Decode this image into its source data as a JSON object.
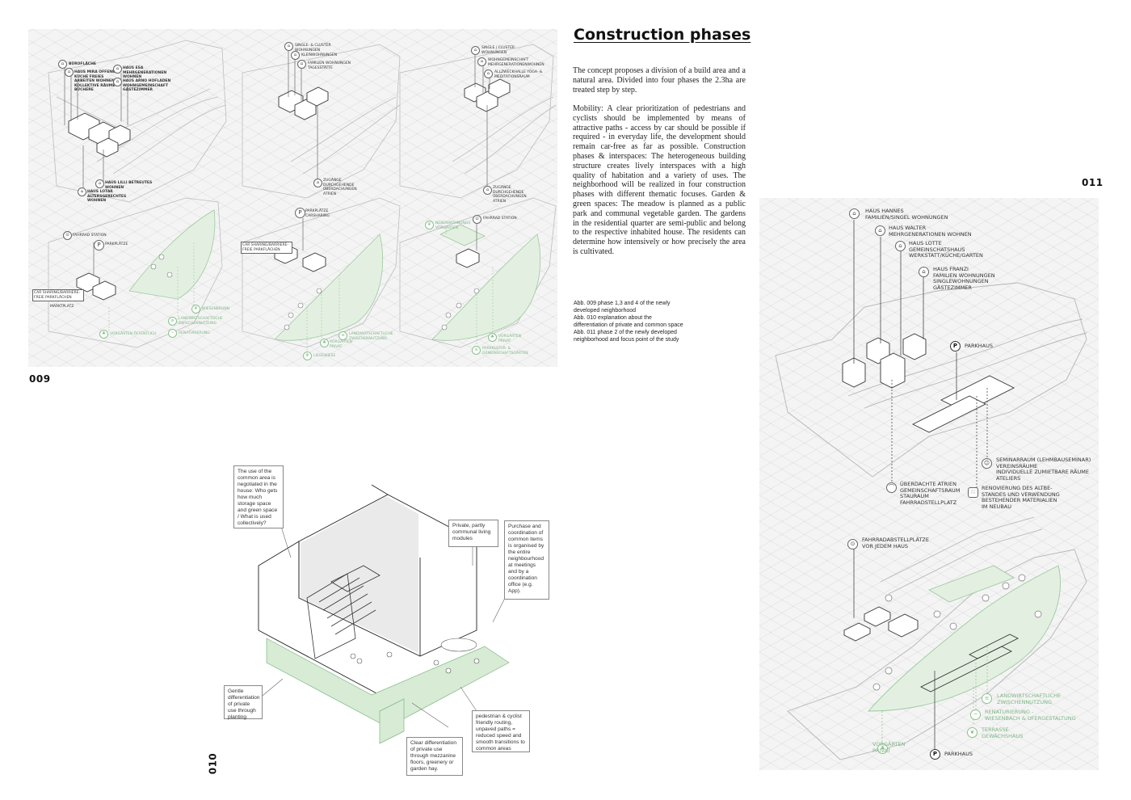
{
  "page": {
    "title": "Construction phases",
    "paragraphs": [
      "The concept proposes a division of a build area and a natural area. Divided into four phases the 2.3ha are treated step by step.",
      "Mobility: A clear prioritization of pedestrians and cyclists should be implemented by means of attractive paths - access by car should be possible if required - in everyday life, the development should remain car-free as far as possible. Construction phases & interspaces: The heterogeneous building structure creates lively interspaces with a high quality of habitation and a variety of uses. The neighborhood will be realized in four construction phases with different thematic focuses. Garden & green spaces: The meadow is planned as a public park and communal vegetable garden. The gardens in the residential quarter are semi-public and belong to the respective inhabited house. The residents can determine how intensively or how precisely the area is cultivated."
    ],
    "caption": [
      "Abb. 009 phase 1,3 and 4 of the newly developed neighborhood",
      "Abb. 010 explanation about the differentiation of private and common space",
      "Abb. 011 phase 2 of the newly developed neighborhood and focus point of the study"
    ],
    "page_numbers": {
      "fig009": "009",
      "fig010": "010",
      "fig011": "011"
    }
  },
  "fig009": {
    "phase1_top": [
      "Bürofläche",
      "Haus Mira offene Küche freies Arbeiten Wohnen kollektive Räume Büchere",
      "Haus Esa Mehrgenerationen Wohnen",
      "Haus Arno Hofladen Wohngemeinschaft Gästezimmer",
      "Haus Lilli betreutes Wohnen",
      "Haus Lotar altersgerechtes Wohnen"
    ],
    "phase3_top": [
      "Single- & Cluster Wohnungen",
      "Kleinwohnungen",
      "Familien Wohnungen Tagesstätte",
      "Zugänge durchgehende überdachungen Atrien"
    ],
    "phase4_top": [
      "Single / Cluster Wohnungen",
      "Wohngemeinschaft Mehrgenerationenwohnen",
      "Allzweckhalle Yoga- & Meditationsraum",
      "Zugänge durchgehende überdachungen Atrien"
    ],
    "phase1_bottom": [
      "Fahrrad Station",
      "Parkplätze",
      "Car Sharing/Barriere-freie Parkflächen",
      "Marktplatz",
      "Wiesenbrunn",
      "Landwirtschaftliche Zwischennutzung",
      "Renaturierung",
      "Vorgärten öffentlich"
    ],
    "phase3_bottom": [
      "Parkplätze Carsharing",
      "Car Sharing/Barriere-freie Parkflächen",
      "Landwirtschaftliche Zwischennutzung",
      "Vorgärten privat",
      "Liegewiese"
    ],
    "phase4_bottom": [
      "Fahrrad Station",
      "Nebenwohnungs Vorgärten",
      "Vorgärten privat",
      "Parkkultur- & Gemeinschaftsgärten"
    ]
  },
  "fig010": {
    "notes": [
      "The use of the common area is negotiated in the house: Who gets how much storage space and green space / What is used collectively?",
      "Private, partly communal living modules",
      "Purchase and coordination of common items is organised by the entire neighbourhood at meetings and by a coordination office (e.g. App).",
      "Gentle differentiation of private use through planting",
      "pedestrian & cyclist friendly routing, unpaved paths = reduced speed and smooth transitions to common areas",
      "Clear differentiation of private use through mezzanine floors, greenery or garden hay."
    ]
  },
  "fig011": {
    "top_labels": [
      {
        "icon": "house",
        "lines": [
          "Haus Hannes",
          "Familien/Singel Wohnungen"
        ]
      },
      {
        "icon": "house",
        "lines": [
          "Haus Walter",
          "Mehrgenerationen Wohnen"
        ]
      },
      {
        "icon": "house",
        "lines": [
          "Haus Lotte",
          "Gemeinschatshaus",
          "Werkstatt/Küche/Garten"
        ]
      },
      {
        "icon": "house",
        "lines": [
          "Haus Franzi",
          "Familien Wohnungen",
          "Singlewohnungen",
          "Gästezimmer"
        ]
      },
      {
        "icon": "P",
        "lines": [
          "Parkhaus"
        ]
      },
      {
        "icon": "person",
        "lines": [
          "Seminarraum (Lehmbauseminar)",
          "Vereinsräume",
          "individuelle zumietbare Räume",
          "Ateliers"
        ]
      },
      {
        "icon": "roof",
        "lines": [
          "Überdachte Atrien",
          "Gemeinschaftsraum",
          "Stauraum",
          "Fahrradstellplatz"
        ]
      },
      {
        "icon": "dots",
        "lines": [
          "Renovierung des Altbe-",
          "standes und Verwendung",
          "bestehender Materialien",
          "im Neubau"
        ]
      }
    ],
    "bottom_labels": [
      {
        "icon": "bike",
        "lines": [
          "Fahrradabstellplätze",
          "vor jedem Haus"
        ],
        "green": false
      },
      {
        "icon": "field",
        "lines": [
          "Landwirtschaftliche",
          "Zwischennutzung"
        ],
        "green": true
      },
      {
        "icon": "wave",
        "lines": [
          "Renaturierung -",
          "Wiesenbach & Ufergestaltung"
        ],
        "green": true
      },
      {
        "icon": "leaf",
        "lines": [
          "Terrasse",
          "Gewächshaus"
        ],
        "green": true
      },
      {
        "icon": "tree",
        "lines": [
          "Vorgärten",
          "privat"
        ],
        "green": true
      },
      {
        "icon": "P",
        "lines": [
          "Parkhaus"
        ],
        "green": false
      }
    ]
  },
  "colors": {
    "accent_green": "#8cc08f",
    "ink": "#222222",
    "panel_bg": "#f4f4f4"
  }
}
